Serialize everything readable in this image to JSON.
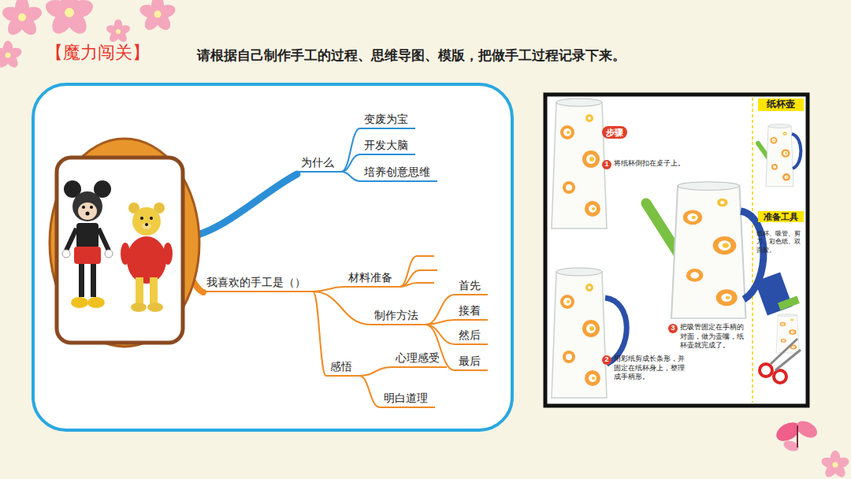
{
  "diagram": {
    "title": "【魔力闯关】",
    "nodes": [
      {
        "text": [
          "为什么"
        ]
      },
      {
        "text": [
          "变废为宝"
        ]
      },
      {
        "text": [
          "开发大脑"
        ]
      },
      {
        "text": [
          "培养创意思维"
        ]
      },
      {
        "text": [
          "我喜欢的手工是（）"
        ]
      },
      {
        "text": [
          "材料准备"
        ]
      },
      {
        "text": [
          "制作方法"
        ]
      },
      {
        "text": [
          "首先"
        ]
      },
      {
        "text": [
          "接着"
        ]
      },
      {
        "text": [
          "然后"
        ]
      },
      {
        "text": [
          "最后"
        ]
      },
      {
        "text": [
          "感悟"
        ]
      },
      {
        "text": [
          "心理感受"
        ]
      },
      {
        "text": [
          "明白道理"
        ]
      }
    ],
    "edges": [
      {
        "from": 0,
        "to": 1,
        "arrow": "none"
      },
      {
        "from": 0,
        "to": 2,
        "arrow": "none"
      },
      {
        "from": 0,
        "to": 3,
        "arrow": "none"
      },
      {
        "from": 4,
        "to": 5,
        "arrow": "none"
      },
      {
        "from": 4,
        "to": 6,
        "arrow": "none"
      },
      {
        "from": 4,
        "to": 11,
        "arrow": "none"
      },
      {
        "from": 6,
        "to": 7,
        "arrow": "none"
      },
      {
        "from": 6,
        "to": 8,
        "arrow": "none"
      },
      {
        "from": 6,
        "to": 9,
        "arrow": "none"
      },
      {
        "from": 6,
        "to": 10,
        "arrow": "none"
      },
      {
        "from": 11,
        "to": 12,
        "arrow": "none"
      },
      {
        "from": 11,
        "to": 13,
        "arrow": "none"
      }
    ],
    "labels": [
      "请根据自己制作手工的过程、思维导图、模版，把做手工过程记录下来。",
      "纸杯壶",
      "步骤",
      "1",
      "将纸杯倒扣在桌子上。",
      "2",
      "用彩纸剪成长条形，并固定在纸杯身上，整理成手柄形。",
      "3",
      "把吸管固定在手柄的对面，做为壶嘴，纸杯壶就完成了。",
      "准备工具",
      "纸杯、吸管、剪刀、彩色纸、双面胶。"
    ]
  }
}
